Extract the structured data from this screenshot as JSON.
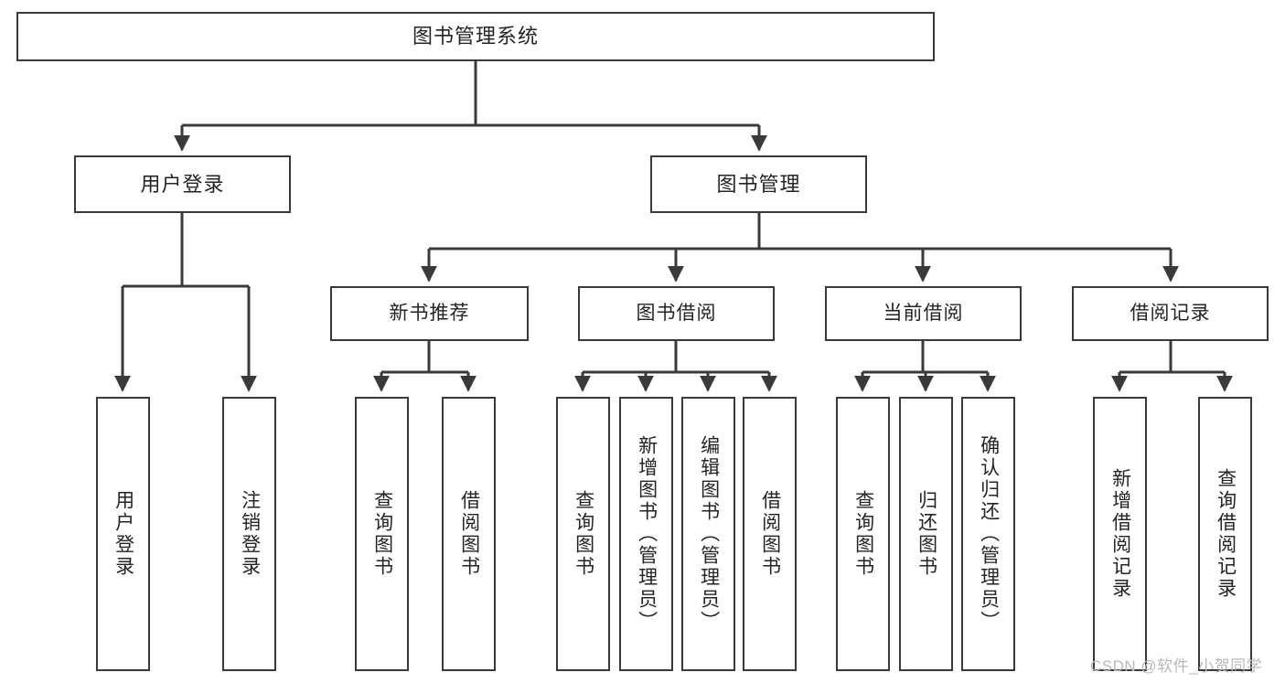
{
  "diagram": {
    "title": "图书管理系统",
    "type": "function-hierarchy-tree",
    "watermark": "CSDN @软件_小贺同学",
    "colors": {
      "background": "#ffffff",
      "box_border": "#3a3a3a",
      "connector": "#3a3a3a",
      "text": "#242424",
      "watermark": "#b9b9b9"
    }
  },
  "nodes": {
    "root": {
      "label": "图书管理系统"
    },
    "level2": [
      {
        "label": "用户登录"
      },
      {
        "label": "图书管理"
      }
    ],
    "level3": [
      {
        "label": "新书推荐"
      },
      {
        "label": "图书借阅"
      },
      {
        "label": "当前借阅"
      },
      {
        "label": "借阅记录"
      }
    ],
    "leaves": {
      "user_login": [
        {
          "label": "用户登录"
        },
        {
          "label": "注销登录"
        }
      ],
      "new_book_recommend": [
        {
          "label": "查询图书"
        },
        {
          "label": "借阅图书"
        }
      ],
      "book_borrow": [
        {
          "label": "查询图书"
        },
        {
          "label": "新增图书（管理员）"
        },
        {
          "label": "编辑图书（管理员）"
        },
        {
          "label": "借阅图书"
        }
      ],
      "current_borrow": [
        {
          "label": "查询图书"
        },
        {
          "label": "归还图书"
        },
        {
          "label": "确认归还（管理员）"
        }
      ],
      "borrow_record": [
        {
          "label": "新增借阅记录"
        },
        {
          "label": "查询借阅记录"
        }
      ]
    }
  }
}
